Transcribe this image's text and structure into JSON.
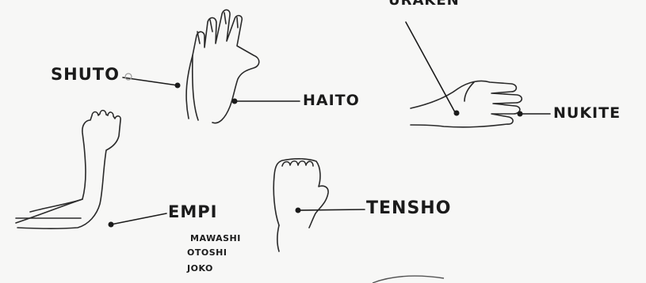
{
  "labels": {
    "uraken": "URAKEN",
    "shuto": "SHUTO",
    "haito": "HAITO",
    "nukite": "NUKITE",
    "empi": "EMPI",
    "empi_variants": [
      "MAWASHI",
      "OTOSHI",
      "JOKO"
    ],
    "tensho": "TENSHO"
  },
  "colors": {
    "paper": "#f7f7f6",
    "ink": "#1b1b1b",
    "pencil": "#3a3a3a"
  }
}
